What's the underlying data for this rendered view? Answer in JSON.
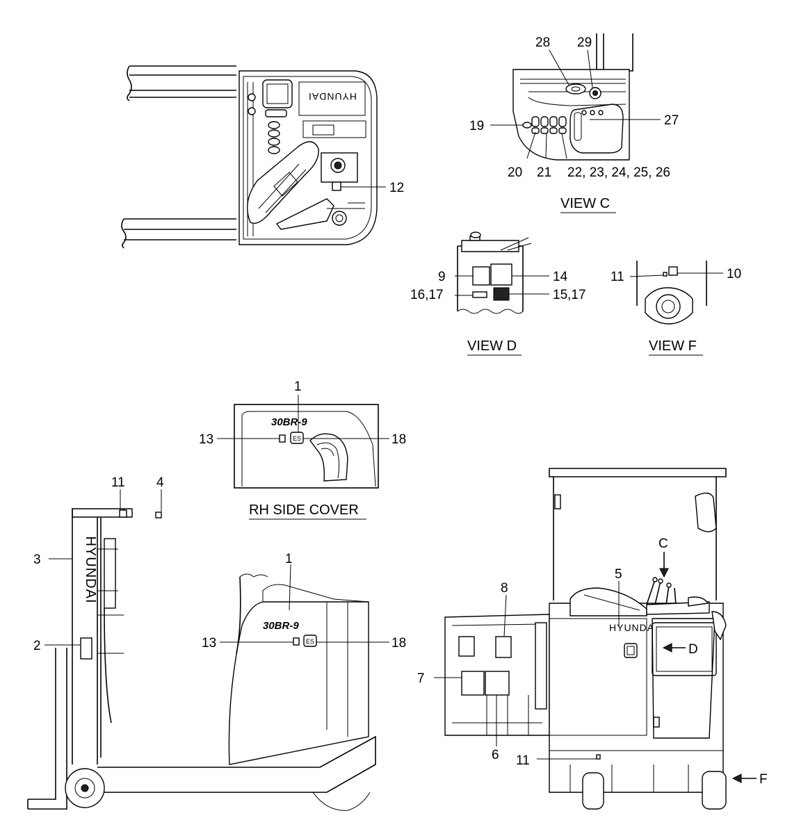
{
  "views": {
    "top_panel": {
      "brand_text": "HYUNDAI"
    },
    "view_c": {
      "caption": "VIEW C"
    },
    "view_d": {
      "caption": "VIEW D"
    },
    "view_f": {
      "caption": "VIEW F"
    },
    "rh_side_cover": {
      "caption": "RH SIDE COVER",
      "model_text": "30BR-9",
      "es_badge": "ES"
    },
    "side_view": {
      "mast_brand": "HYUNDAI",
      "model_text": "30BR-9",
      "es_badge": "ES"
    },
    "rear_view": {
      "brand_text": "HYUNDAI"
    }
  },
  "callouts": {
    "c1a": "1",
    "c1b": "1",
    "c2": "2",
    "c3": "3",
    "c4": "4",
    "c5": "5",
    "c6": "6",
    "c7": "7",
    "c8": "8",
    "c9": "9",
    "c10": "10",
    "c11a": "11",
    "c11b": "11",
    "c11c": "11",
    "c12": "12",
    "c13a": "13",
    "c13b": "13",
    "c14": "14",
    "c15": "15,17",
    "c16": "16,17",
    "c18a": "18",
    "c18b": "18",
    "c19": "19",
    "c20": "20",
    "c21": "21",
    "c22": "22, 23, 24, 25, 26",
    "c27": "27",
    "c28": "28",
    "c29": "29",
    "cC": "C",
    "cD": "D",
    "cF": "F"
  }
}
